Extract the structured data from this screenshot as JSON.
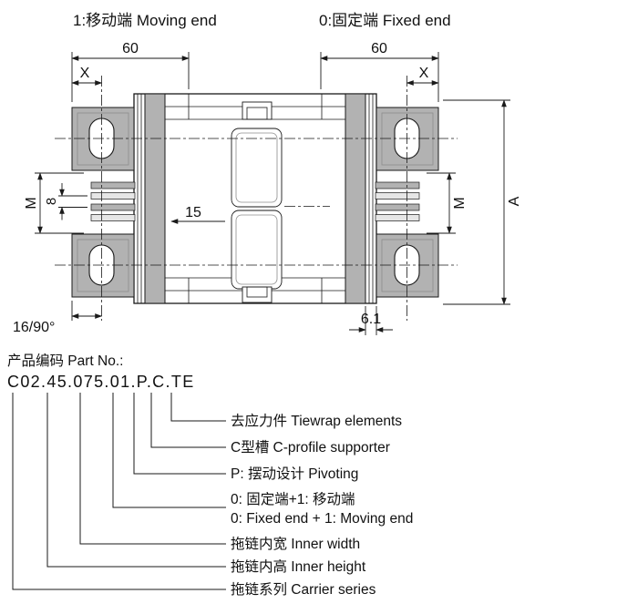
{
  "colors": {
    "line": "#1a1a1a",
    "bracket_fill": "#b2b2b2",
    "pin_fill_light": "#e6e6e6",
    "background": "#ffffff"
  },
  "drawing": {
    "moving_end_label": "1:移动端 Moving end",
    "fixed_end_label": "0:固定端 Fixed end",
    "dims": {
      "top_left_width": "60",
      "top_right_width": "60",
      "x_left": "X",
      "x_right": "X",
      "m_left": "M",
      "m_right": "M",
      "pin_pitch": "8",
      "profile_width": "15",
      "overall_height": "A",
      "chamfer": "16/90°",
      "plate_thickness": "6.1"
    }
  },
  "part_number": {
    "title": "产品编码 Part No.:",
    "code": "C02.45.075.01.P.C.TE",
    "legend": [
      {
        "text": "去应力件 Tiewrap elements"
      },
      {
        "text": "C型槽 C-profile supporter"
      },
      {
        "text": "P: 摆动设计 Pivoting"
      },
      {
        "text": "0: 固定端+1: 移动端"
      },
      {
        "text": "0: Fixed end + 1: Moving end"
      },
      {
        "text": "拖链内宽 Inner width"
      },
      {
        "text": "拖链内高 Inner height"
      },
      {
        "text": "拖链系列 Carrier series"
      }
    ]
  }
}
